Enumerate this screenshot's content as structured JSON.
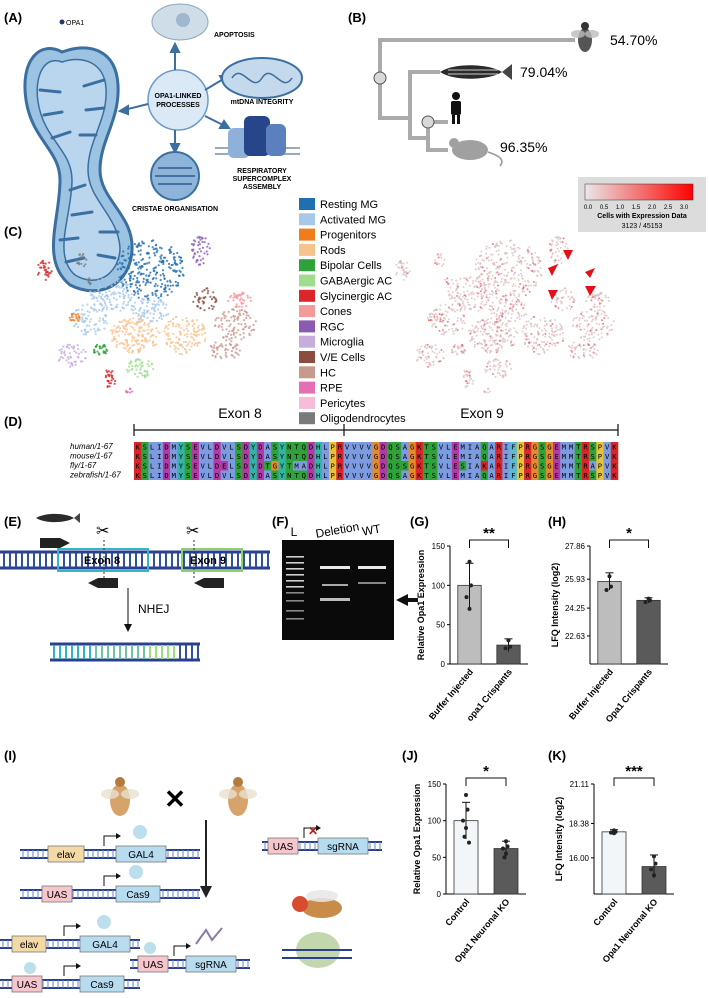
{
  "panels": {
    "A": {
      "label": "(A)",
      "center": [
        "OPA1-LINKED",
        "PROCESSES"
      ],
      "opa1": "OPA1",
      "apoptosis": "APOPTOSIS",
      "mtdna": "mtDNA INTEGRITY",
      "respiratory": [
        "RESPIRATORY",
        "SUPERCOMPLEX",
        "ASSEMBLY"
      ],
      "cristae": "CRISTAE ORGANISATION"
    },
    "B": {
      "label": "(B)",
      "fly_pct": "54.70%",
      "zebrafish_pct": "79.04%",
      "mouse_pct": "96.35%"
    },
    "C": {
      "label": "(C)",
      "legend": [
        {
          "name": "Resting MG",
          "color": "#1f6fb2"
        },
        {
          "name": "Activated MG",
          "color": "#a8c8ea"
        },
        {
          "name": "Progenitors",
          "color": "#f07c1b"
        },
        {
          "name": "Rods",
          "color": "#f7c38d"
        },
        {
          "name": "Bipolar Cells",
          "color": "#2fa23a"
        },
        {
          "name": "GABAergic AC",
          "color": "#9fdc8e"
        },
        {
          "name": "Glycinergic AC",
          "color": "#d8262a"
        },
        {
          "name": "Cones",
          "color": "#f39b9b"
        },
        {
          "name": "RGC",
          "color": "#8b5bb2"
        },
        {
          "name": "Microglia",
          "color": "#c6addd"
        },
        {
          "name": "V/E Cells",
          "color": "#8a4d3f"
        },
        {
          "name": "HC",
          "color": "#c89a8e"
        },
        {
          "name": "RPE",
          "color": "#e46fb3"
        },
        {
          "name": "Pericytes",
          "color": "#f6bcd9"
        },
        {
          "name": "Oligodendrocytes",
          "color": "#7a7a7a"
        }
      ],
      "colorbar_ticks": [
        "0.0",
        "0.5",
        "1.0",
        "1.5",
        "2.0",
        "2.5",
        "3.0"
      ],
      "colorbar_title": "Cells with Expression Data",
      "colorbar_count": "3123 / 45153"
    },
    "D": {
      "label": "(D)",
      "exon8": "Exon 8",
      "exon9": "Exon 9",
      "rows": [
        {
          "name": "human/1-67",
          "seq": "KSLIDMYSEVLDVLSDYDASYNTQDHLPRVVVVGDQSAGKTSVLEMIAQARIFPRGSGEMMTRSPVK"
        },
        {
          "name": "mouse/1-67",
          "seq": "KSLIDMYSEVLDVLSDYDASYNTQDHLPRVVVVGDQSAGKTSVLEMIAQARIFPRGSGEMMTRSPVK"
        },
        {
          "name": "fly/1-67",
          "seq": "KSLIDMYSEVLDELSDYDTGYTMADHLPRVVVVGDQSSGKTSVLESIAKARIFPRGSGEMMTRAPVK"
        },
        {
          "name": "zebrafish/1-67",
          "seq": "KSLIDMYSEVLDVLSDYDASYNTQDHLPRVVVVGDQSAGKTSVLEMIAQARIFPRGSGEMMTRSPVK"
        }
      ]
    },
    "E": {
      "label": "(E)",
      "exon8": "Exon 8",
      "exon9": "Exon 9",
      "nhej": "NHEJ"
    },
    "F": {
      "label": "(F)",
      "lane_l": "L",
      "lane_del": "Deletion",
      "lane_wt": "WT"
    },
    "I": {
      "label": "(I)",
      "elav": "elav",
      "gal4": "GAL4",
      "uas": "UAS",
      "cas9": "Cas9",
      "sgrna": "sgRNA",
      "cross": "✕"
    }
  },
  "chart_data": [
    {
      "panel": "(G)",
      "type": "bar",
      "categories": [
        "Buffer Injected",
        "opa1 Crispants"
      ],
      "values": [
        100,
        24
      ],
      "errors": [
        28,
        8
      ],
      "points": [
        [
          130,
          100,
          85,
          70
        ],
        [
          30,
          22,
          20
        ]
      ],
      "ylabel": "Relative Opa1 Expression",
      "ylim": [
        0,
        150
      ],
      "yticks": [
        "0",
        "50",
        "100",
        "150"
      ],
      "significance": "**",
      "colors": [
        "#bdbdbd",
        "#5a5a5a"
      ]
    },
    {
      "panel": "(H)",
      "type": "bar",
      "categories": [
        "Buffer Injected",
        "Opa1 Crispants"
      ],
      "values": [
        25.8,
        24.7
      ],
      "errors": [
        0.5,
        0.15
      ],
      "points": [
        [
          26.1,
          25.5,
          25.3
        ],
        [
          24.8,
          24.7,
          24.6
        ]
      ],
      "ylabel": "LFQ Intensity (log2)",
      "ylim": [
        21.0,
        27.86
      ],
      "yticks": [
        "22.63",
        "24.25",
        "25.93",
        "27.86"
      ],
      "ytick_values": [
        22.63,
        24.25,
        25.93,
        27.86
      ],
      "significance": "*",
      "colors": [
        "#bdbdbd",
        "#5a5a5a"
      ]
    },
    {
      "panel": "(J)",
      "type": "bar",
      "categories": [
        "Control",
        "Opa1 Neuronal KO"
      ],
      "values": [
        100,
        62
      ],
      "errors": [
        25,
        10
      ],
      "points": [
        [
          135,
          115,
          100,
          90,
          78,
          70
        ],
        [
          72,
          65,
          62,
          55,
          50
        ]
      ],
      "ylabel": "Relative Opa1 Expression",
      "ylim": [
        0,
        150
      ],
      "yticks": [
        "0",
        "50",
        "100",
        "150"
      ],
      "significance": "*",
      "colors": [
        "#f3f6f8",
        "#5a5a5a"
      ]
    },
    {
      "panel": "(K)",
      "type": "bar",
      "categories": [
        "Control",
        "Opa1 Neuronal KO"
      ],
      "values": [
        17.8,
        15.4
      ],
      "errors": [
        0.15,
        0.8
      ],
      "points": [
        [
          17.9,
          17.8,
          17.75,
          17.7
        ],
        [
          16.1,
          15.6,
          15.2,
          14.8
        ]
      ],
      "ylabel": "LFQ Intensity (log2)",
      "ylim": [
        13.5,
        21.11
      ],
      "yticks": [
        "16.00",
        "18.38",
        "21.11"
      ],
      "ytick_values": [
        16.0,
        18.38,
        21.11
      ],
      "significance": "***",
      "colors": [
        "#f3f6f8",
        "#5a5a5a"
      ]
    }
  ]
}
